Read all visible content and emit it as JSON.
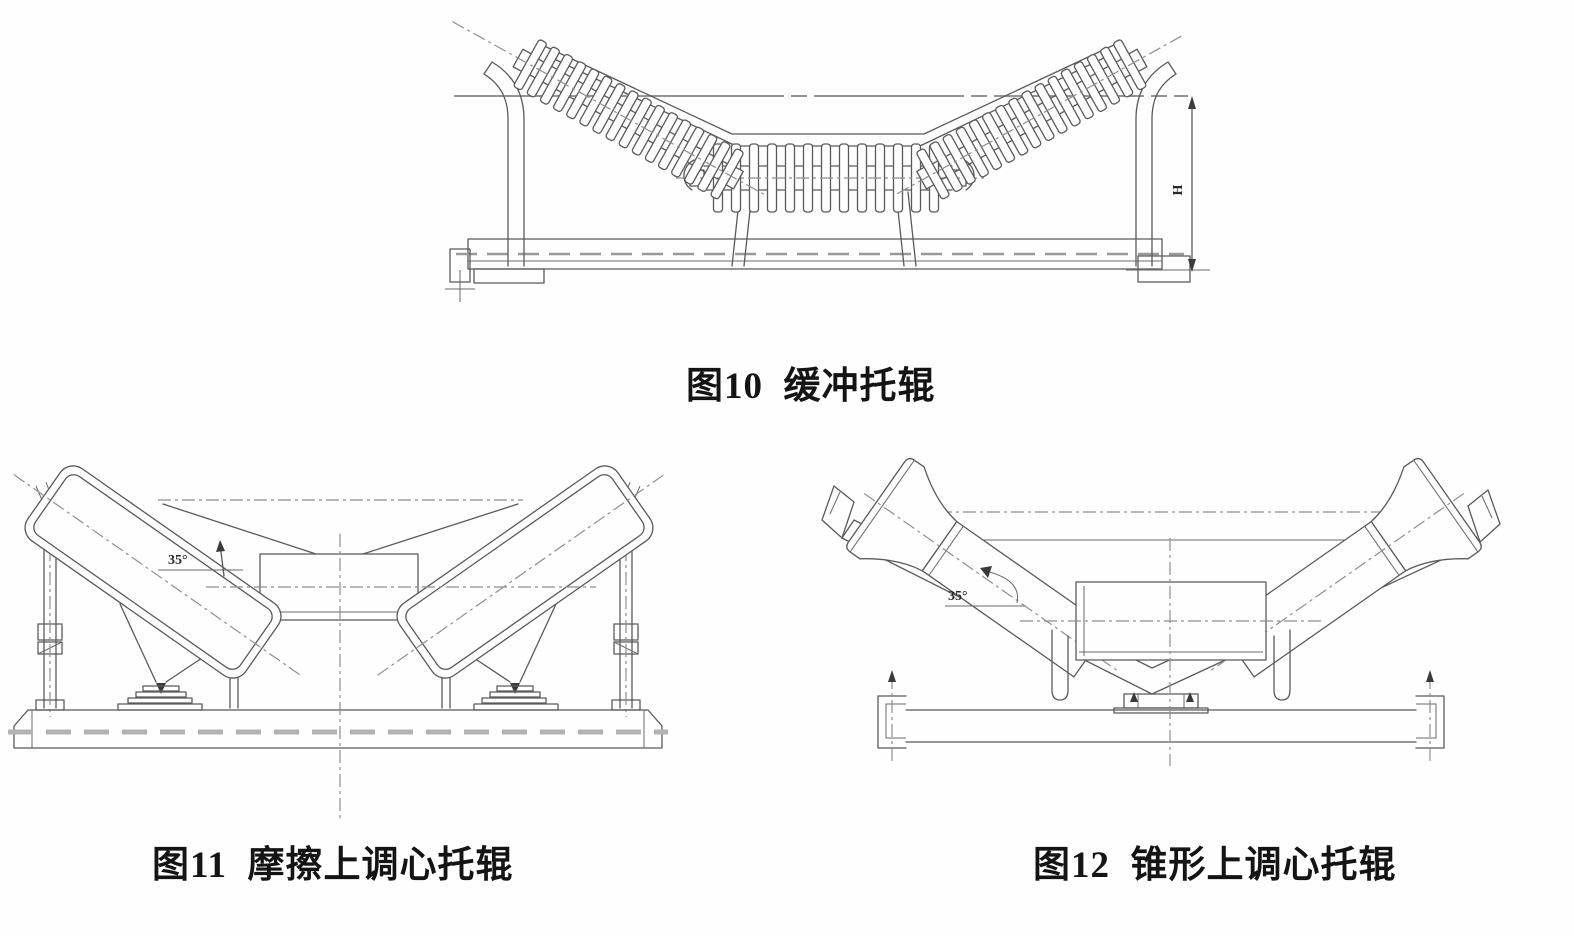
{
  "page": {
    "background": "#fffefe",
    "line_color": "#5a5a5a",
    "centerline_color": "#8f8f8f",
    "text_color": "#141414"
  },
  "figures": {
    "fig10": {
      "caption": "图10  缓冲托辊",
      "dimension_label": "H"
    },
    "fig11": {
      "caption": "图11  摩擦上调心托辊",
      "angle_label": "35°"
    },
    "fig12": {
      "caption": "图12  锥形上调心托辊",
      "angle_label": "35°"
    }
  }
}
